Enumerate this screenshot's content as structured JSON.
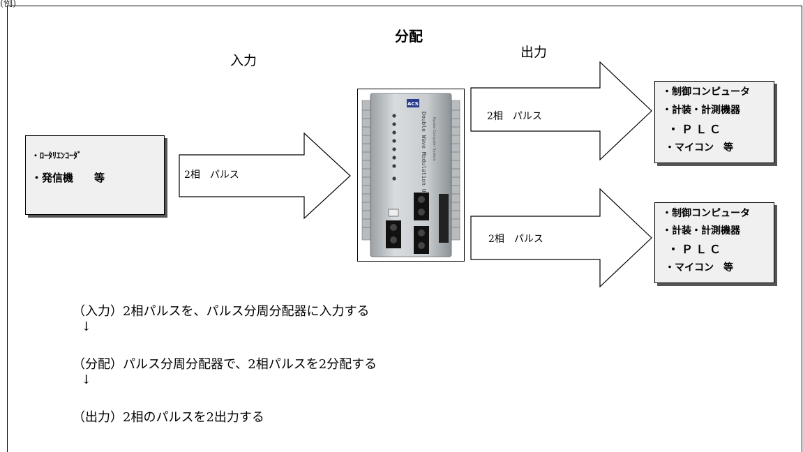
{
  "corner_label": "(例)",
  "stages": {
    "input": "入力",
    "distribute": "分配",
    "output": "出力"
  },
  "source_box": {
    "lines": [
      "・ﾛｰﾀﾘｴﾝｺｰﾀﾞ",
      "・発信機　　等"
    ]
  },
  "arrows": {
    "input_label": "2相　パルス",
    "output_top_label": "2相　パルス",
    "output_bottom_label": "2相　パルス"
  },
  "device": {
    "logo_text": "ACS",
    "panel_text": "Double Wave Modulation Unit",
    "vendor_text": "Kyowa Computer System"
  },
  "target_box_top": {
    "lines": [
      "・制御コンピュータ",
      "・計装・計測機器",
      "・ＰＬＣ",
      "・マイコン　等"
    ]
  },
  "target_box_bottom": {
    "lines": [
      "・制御コンピュータ",
      "・計装・計測機器",
      "・ＰＬＣ",
      "・マイコン　等"
    ]
  },
  "flow": {
    "step1": "（入力）2相パルスを、パルス分周分配器に入力する",
    "arrow1": "↓",
    "step2": "（分配）パルス分周分配器で、2相パルスを2分配する",
    "arrow2": "↓",
    "step3": "（出力）2相のパルスを2出力する"
  }
}
